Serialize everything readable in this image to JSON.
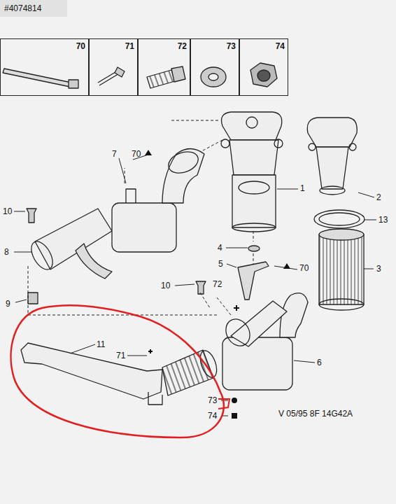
{
  "diagram": {
    "nodes": [
      {
        "text": [
          "70"
        ]
      },
      {
        "text": [
          "71"
        ]
      },
      {
        "text": [
          "72"
        ]
      },
      {
        "text": [
          "73"
        ]
      },
      {
        "text": [
          "74"
        ]
      }
    ],
    "labels": [
      "#4074814",
      "7",
      "70",
      "1",
      "2",
      "10",
      "13",
      "8",
      "4",
      "5",
      "70",
      "3",
      "10",
      "72",
      "9",
      "11",
      "71",
      "6",
      "73",
      "74",
      "V 05/95 8F 14G42A"
    ]
  }
}
